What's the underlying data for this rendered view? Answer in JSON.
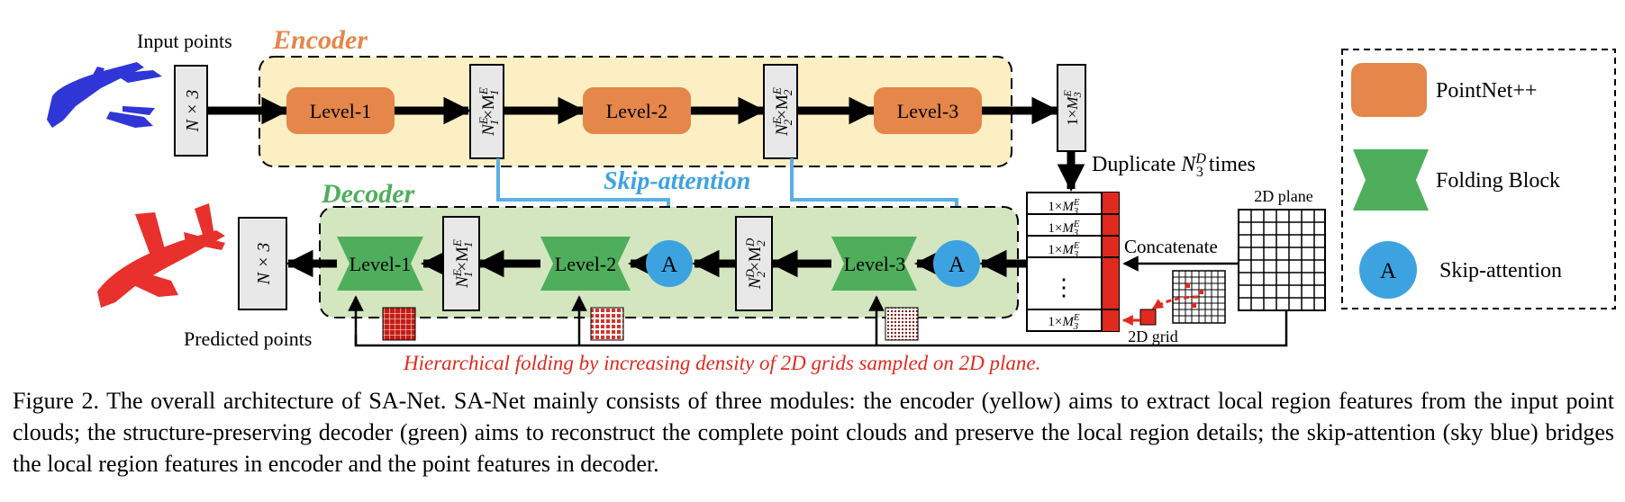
{
  "colors": {
    "encoder_bg": "#fcefc4",
    "decoder_bg": "#d3e6bf",
    "pointnet": "#e5864a",
    "folding": "#4fae5b",
    "attention": "#3da3e0",
    "skip_line": "#5ab0e6",
    "encoder_title": "#e5864a",
    "decoder_title": "#4fae5b",
    "folding_caption": "#e02a1e",
    "input_cloud": "#2f35d6",
    "output_cloud": "#e8302c"
  },
  "labels": {
    "input_points": "Input points",
    "encoder": "Encoder",
    "decoder": "Decoder",
    "skip_attention_title": "Skip-attention",
    "predicted_points": "Predicted points",
    "duplicate": "Duplicate",
    "duplicate_sym": "N",
    "duplicate_sup": "D",
    "duplicate_sub": "3",
    "duplicate_times": "times",
    "concatenate": "Concatenate",
    "plane_2d": "2D plane",
    "grid_2d": "2D grid",
    "folding_caption": "Hierarchical folding by increasing density of 2D grids sampled on 2D plane.",
    "dots": "⋮",
    "attention_symbol": "A"
  },
  "encoder": {
    "input_dim": "N × 3",
    "levels": [
      "Level-1",
      "Level-2",
      "Level-3"
    ],
    "feat1": {
      "sym": "N",
      "sup": "E",
      "sub": "1",
      "m_sup": "E",
      "m_sub": "1"
    },
    "feat2": {
      "sym": "N",
      "sup": "E",
      "sub": "2",
      "m_sup": "E",
      "m_sub": "2"
    },
    "feat3": {
      "lead": "1×",
      "m_sup": "E",
      "m_sub": "3"
    }
  },
  "decoder": {
    "output_dim": "N × 3",
    "levels": [
      "Level-1",
      "Level-2",
      "Level-3"
    ],
    "feat1": {
      "sym": "N",
      "sup": "E",
      "sub": "1",
      "m_sup": "E",
      "m_sub": "1"
    },
    "feat2": {
      "sym": "N",
      "sup": "D",
      "sub": "2",
      "m_sup": "D",
      "m_sub": "2"
    }
  },
  "stack_rows": {
    "lead": "1×",
    "m_sup": "E",
    "m_sub": "3"
  },
  "legend": [
    {
      "shape": "pointnet",
      "label": "PointNet++"
    },
    {
      "shape": "folding",
      "label": "Folding Block"
    },
    {
      "shape": "attention",
      "label": "Skip-attention"
    }
  ],
  "caption": "Figure 2. The overall architecture of SA-Net. SA-Net mainly consists of three modules: the encoder (yellow) aims to extract local region features from the input point clouds; the structure-preserving decoder (green) aims to reconstruct the complete point clouds and preserve the local region details; the skip-attention (sky blue) bridges the local region features in encoder and the point features in decoder."
}
